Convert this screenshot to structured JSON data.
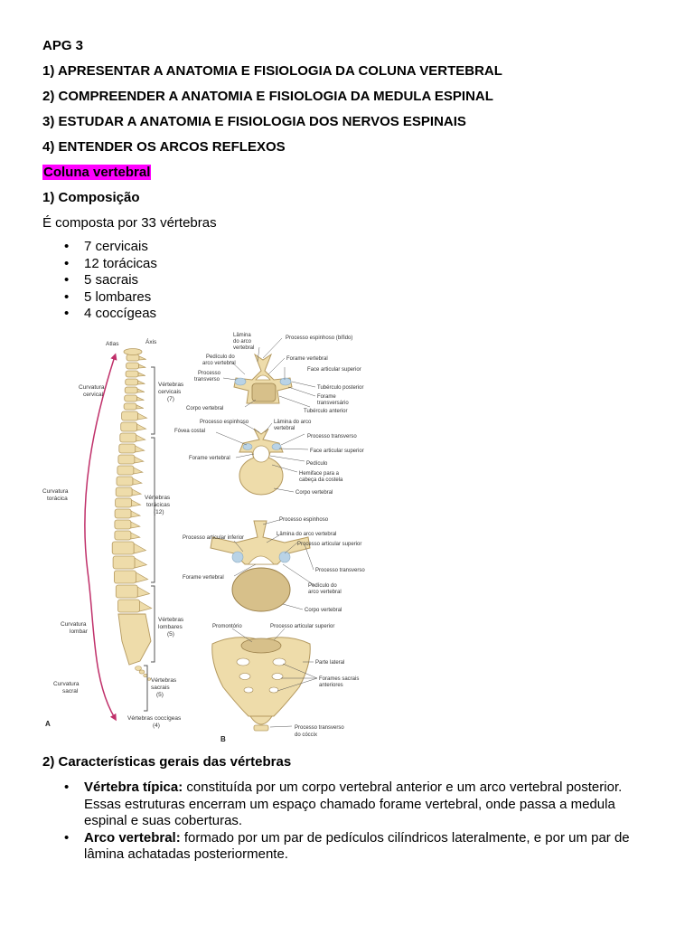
{
  "header": {
    "apg": "APG 3",
    "objectives": [
      "1) APRESENTAR A ANATOMIA E FISIOLOGIA DA COLUNA VERTEBRAL",
      "2) COMPREENDER A ANATOMIA E FISIOLOGIA DA MEDULA ESPINAL",
      "3) ESTUDAR A ANATOMIA E FISIOLOGIA DOS NERVOS ESPINAIS",
      "4) ENTENDER OS ARCOS REFLEXOS"
    ]
  },
  "section1": {
    "highlight_title": "Coluna vertebral",
    "sub_title": "1) Composição",
    "intro": "É composta por 33 vértebras",
    "items": [
      "7 cervicais",
      "12 torácicas",
      "5 sacrais",
      "5 lombares",
      "4 coccígeas"
    ]
  },
  "figure": {
    "colors": {
      "bone": "#eedcaa",
      "bone_stroke": "#b59a60",
      "cartilage": "#b9d3e6",
      "arrow": "#c0306a",
      "label": "#333333"
    },
    "left": {
      "panel_letter": "A",
      "atlas": "Atlas",
      "axis": "Áxis",
      "curv_cervical": [
        "Curvatura",
        "cervical"
      ],
      "curv_toracica": [
        "Curvatura",
        "torácica"
      ],
      "curv_lombar": [
        "Curvatura",
        "lombar"
      ],
      "curv_sacral": [
        "Curvatura",
        "sacral"
      ],
      "vert_cervicais": [
        "Vértebras",
        "cervicais",
        "(7)"
      ],
      "vert_toracicas": [
        "Vértebras",
        "torácicas",
        "(12)"
      ],
      "vert_lombares": [
        "Vértebras",
        "lombares",
        "(5)"
      ],
      "vert_sacrais": [
        "Vértebras",
        "sacrais",
        "(5)"
      ],
      "vert_coccigeas": [
        "Vértebras coccígeas",
        "(4)"
      ]
    },
    "right": {
      "panel_letter": "B",
      "cervical": {
        "lamina": [
          "Lâmina",
          "do arco",
          "vertebral"
        ],
        "pediculo": [
          "Pedículo do",
          "arco vertebral"
        ],
        "processo_transverso": [
          "Processo",
          "transverso"
        ],
        "corpo": "Corpo vertebral",
        "espinhoso": "Processo espinhoso (bífido)",
        "forame": "Forame vertebral",
        "face": "Face articular superior",
        "tuberculo_post": "Tubérculo posterior",
        "forame_transv": [
          "Forame",
          "transversário"
        ],
        "tuberculo_ant": "Tubérculo anterior"
      },
      "toracica": {
        "espinhoso": "Processo espinhoso",
        "fovea": "Fóvea costal",
        "forame": "Forame vertebral",
        "lamina": [
          "Lâmina do arco",
          "vertebral"
        ],
        "transverso": "Processo transverso",
        "face": "Face articular superior",
        "pediculo": "Pedículo",
        "hemiface": [
          "Hemiface para a",
          "cabeça da costela"
        ],
        "corpo": "Corpo vertebral"
      },
      "lombar": {
        "espinhoso": "Processo espinhoso",
        "art_inferior": "Processo articular inferior",
        "lamina": "Lâmina do arco vertebral",
        "art_superior": "Processo articular superior",
        "transverso": "Processo transverso",
        "forame": "Forame vertebral",
        "pediculo": [
          "Pedículo do",
          "arco vertebral"
        ],
        "corpo": "Corpo vertebral"
      },
      "sacro": {
        "promontorio": "Promontório",
        "art_superior": "Processo articular superior",
        "parte_lateral": "Parte lateral",
        "forames": [
          "Forames sacrais",
          "anteriores"
        ],
        "coccix": [
          "Processo transverso",
          "do cóccix"
        ]
      }
    }
  },
  "section2": {
    "title": "2) Características gerais das vértebras",
    "items": [
      {
        "term": "Vértebra típica:",
        "text": " constituída por um corpo vertebral anterior e um arco vertebral posterior. Essas estruturas encerram um espaço chamado forame vertebral, onde passa a medula espinal e suas coberturas."
      },
      {
        "term": "Arco vertebral:",
        "text": " formado por um par de pedículos cilíndricos lateralmente, e por um par de lâmina achatadas posteriormente."
      }
    ]
  }
}
